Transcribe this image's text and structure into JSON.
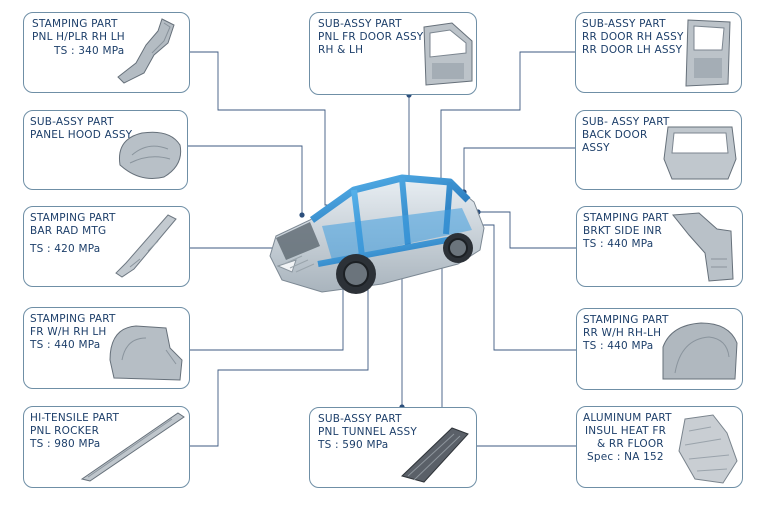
{
  "colors": {
    "text": "#1d3f6a",
    "border": "#6f8fa6",
    "connector": "#3d5a80",
    "frame": "#2f8fd0"
  },
  "parts": [
    {
      "id": "pnl-h-plr",
      "lines": [
        "STAMPING PART",
        "PNL H/PLR RH LH"
      ],
      "spec": "TS : 340 MPa",
      "icon": "pillar-part-icon"
    },
    {
      "id": "pnl-fr-door",
      "lines": [
        "SUB-ASSY PART",
        "PNL FR DOOR ASSY",
        "RH & LH"
      ],
      "spec": "",
      "icon": "front-door-icon"
    },
    {
      "id": "rr-door",
      "lines": [
        "SUB-ASSY PART",
        "RR DOOR RH ASSY",
        "RR DOOR LH ASSY"
      ],
      "spec": "",
      "icon": "rear-door-icon"
    },
    {
      "id": "panel-hood",
      "lines": [
        "SUB-ASSY PART",
        "PANEL HOOD ASSY"
      ],
      "spec": "",
      "icon": "hood-icon"
    },
    {
      "id": "back-door",
      "lines": [
        "SUB- ASSY PART",
        "BACK DOOR",
        "ASSY"
      ],
      "spec": "",
      "icon": "back-door-icon"
    },
    {
      "id": "bar-rad-mtg",
      "lines": [
        "STAMPING PART",
        "BAR RAD MTG"
      ],
      "spec": "TS : 420 MPa",
      "icon": "bar-part-icon"
    },
    {
      "id": "brkt-side-inr",
      "lines": [
        "STAMPING PART",
        "BRKT SIDE INR"
      ],
      "spec": "TS : 440 MPa",
      "icon": "bracket-part-icon"
    },
    {
      "id": "fr-wh",
      "lines": [
        "STAMPING PART",
        "FR W/H RH LH"
      ],
      "spec": "TS : 440 MPa",
      "icon": "wheelhouse-icon"
    },
    {
      "id": "rr-wh",
      "lines": [
        "STAMPING PART",
        "RR W/H RH-LH"
      ],
      "spec": "TS : 440 MPa",
      "icon": "rear-wheelhouse-icon"
    },
    {
      "id": "pnl-rocker",
      "lines": [
        "HI-TENSILE PART",
        "PNL ROCKER"
      ],
      "spec": "TS : 980 MPa",
      "icon": "rocker-icon"
    },
    {
      "id": "pnl-tunnel",
      "lines": [
        "SUB-ASSY PART",
        "PNL TUNNEL ASSY"
      ],
      "spec": "TS : 590 MPa",
      "icon": "tunnel-icon"
    },
    {
      "id": "insul-heat",
      "lines": [
        "ALUMINUM PART",
        "INSUL HEAT FR",
        "& RR FLOOR"
      ],
      "spec": "Spec : NA 152",
      "icon": "heat-shield-icon"
    }
  ]
}
